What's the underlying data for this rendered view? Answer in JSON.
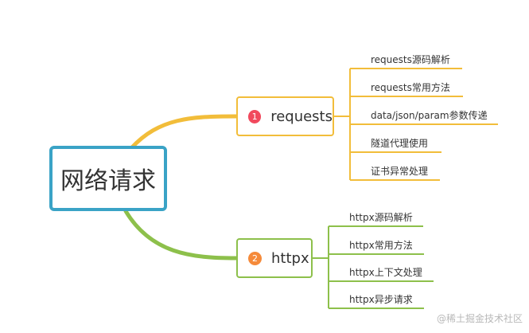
{
  "root": {
    "label": "网络请求"
  },
  "branches": [
    {
      "badge": "1",
      "label": "requests",
      "color": "#f2bd3a",
      "badge_color": "#f1495d",
      "leaves": [
        "requests源码解析",
        "requests常用方法",
        "data/json/param参数传递",
        "隧道代理使用",
        "证书异常处理"
      ]
    },
    {
      "badge": "2",
      "label": "httpx",
      "color": "#8dc04b",
      "badge_color": "#f58a3a",
      "leaves": [
        "httpx源码解析",
        "httpx常用方法",
        "httpx上下文处理",
        "httpx异步请求"
      ]
    }
  ],
  "watermark": "@稀土掘金技术社区",
  "colors": {
    "root_border": "#3aa3c6"
  }
}
